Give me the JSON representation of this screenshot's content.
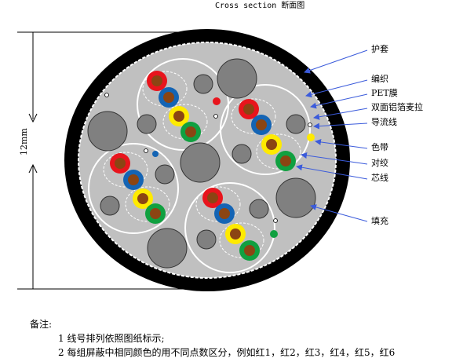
{
  "title": "Cross section 断面图",
  "dimension": "12mm",
  "labels": {
    "jacket": "护套",
    "braid": "编织",
    "pet": "PET膜",
    "foil": "双面铝箔麦拉",
    "drain": "导流线",
    "colorband": "色带",
    "twisted_pair": "对绞",
    "core": "芯线",
    "filler": "填充"
  },
  "notes": {
    "heading": "备注:",
    "items": [
      "1 线号排列依照图纸标示;",
      "2 每组屏蔽中相同颜色的用不同点数区分，例如红1，红2，红3，红4，红5，红6"
    ]
  },
  "colors": {
    "jacket": "#000000",
    "fill": "#c0c0c0",
    "filler": "#808080",
    "red": "#e8141c",
    "blue": "#1464b4",
    "yellow": "#ffea00",
    "green": "#10a040",
    "copper": "#8b4513",
    "arrow": "#3b5bdb"
  }
}
